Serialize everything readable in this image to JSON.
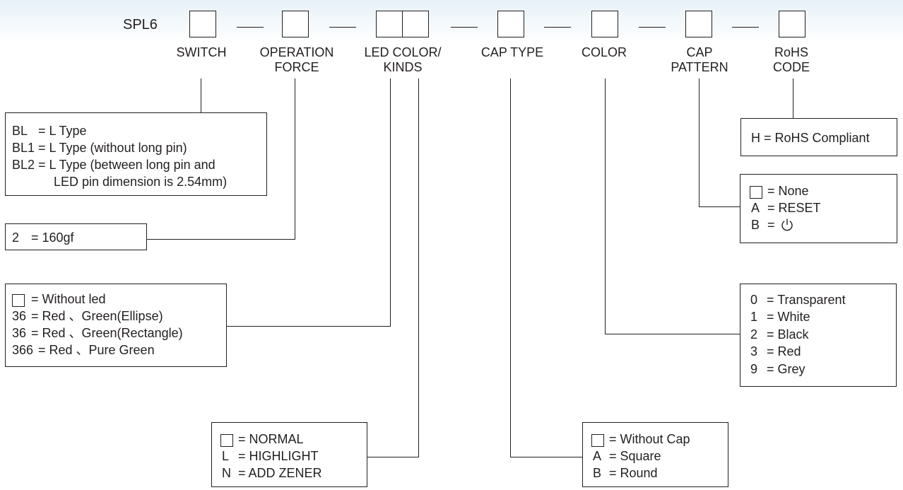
{
  "code": {
    "prefix": "SPL6",
    "fields": [
      {
        "label1": "SWITCH",
        "label2": ""
      },
      {
        "label1": "OPERATION",
        "label2": "FORCE"
      },
      {
        "label1": "LED COLOR/",
        "label2": "KINDS"
      },
      {
        "label1": "CAP TYPE",
        "label2": ""
      },
      {
        "label1": "COLOR",
        "label2": ""
      },
      {
        "label1": "CAP",
        "label2": "PATTERN"
      },
      {
        "label1": "RoHS",
        "label2": "CODE"
      }
    ]
  },
  "switch_box": {
    "rows": [
      {
        "code": "BL",
        "text": "= L Type"
      },
      {
        "code": "BL1",
        "text": "= L Type (without long pin)"
      },
      {
        "code": "BL2",
        "text": "= L Type (between long pin and"
      },
      {
        "code": "",
        "text": "LED pin dimension is 2.54mm)"
      }
    ]
  },
  "force_box": {
    "rows": [
      {
        "code": "2",
        "text": "= 160gf"
      }
    ]
  },
  "led_color_box": {
    "rows": [
      {
        "code": "",
        "blank": true,
        "text": "= Without led"
      },
      {
        "code": "36",
        "text": "= Red 、Green(Ellipse)"
      },
      {
        "code": "36",
        "text": "= Red 、Green(Rectangle)"
      },
      {
        "code": "366",
        "text": "= Red 、Pure Green"
      }
    ]
  },
  "kinds_box": {
    "rows": [
      {
        "code": "",
        "blank": true,
        "text": "= NORMAL"
      },
      {
        "code": "L",
        "text": "= HIGHLIGHT"
      },
      {
        "code": "N",
        "text": "= ADD ZENER"
      }
    ]
  },
  "cap_type_box": {
    "rows": [
      {
        "code": "",
        "blank": true,
        "text": "= Without Cap"
      },
      {
        "code": "A",
        "text": "= Square"
      },
      {
        "code": "B",
        "text": "= Round"
      }
    ]
  },
  "color_box": {
    "rows": [
      {
        "code": "0",
        "text": "= Transparent"
      },
      {
        "code": "1",
        "text": "= White"
      },
      {
        "code": "2",
        "text": "= Black"
      },
      {
        "code": "3",
        "text": "= Red"
      },
      {
        "code": "9",
        "text": "= Grey"
      }
    ]
  },
  "cap_pattern_box": {
    "rows": [
      {
        "code": "",
        "blank": true,
        "text": "= None"
      },
      {
        "code": "A",
        "text": "= RESET"
      },
      {
        "code": "B",
        "text": "=",
        "icon": "power-icon"
      }
    ]
  },
  "rohs_box": {
    "rows": [
      {
        "code": "",
        "text": "H = RoHS Compliant"
      }
    ]
  }
}
